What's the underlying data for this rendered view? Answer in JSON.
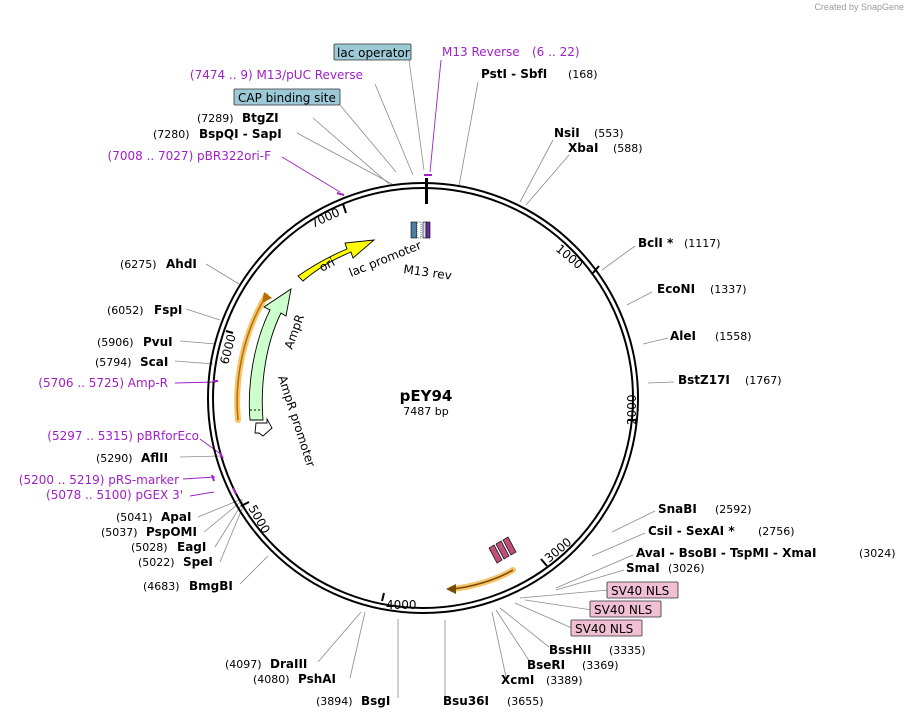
{
  "plasmid": {
    "name": "pEY94",
    "length_label": "7487 bp"
  },
  "credit": "Created by SnapGene",
  "ticks": [
    "1000",
    "2000",
    "3000",
    "4000",
    "5000",
    "6000",
    "7000"
  ],
  "features": {
    "ori": "ori",
    "ampr": "AmpR",
    "ampr_promoter": "AmpR promoter",
    "lac_promoter": "lac promoter",
    "m13_rev": "M13 rev"
  },
  "boxes": {
    "lac_operator": "lac operator",
    "cap_site": "CAP binding site",
    "sv40_1": "SV40 NLS",
    "sv40_2": "SV40 NLS",
    "sv40_3": "SV40 NLS"
  },
  "primers": {
    "m13_reverse": "M13 Reverse",
    "m13_reverse_pos": "(6 .. 22)",
    "m13_puc_reverse": "(7474 .. 9)  M13/pUC Reverse",
    "pbr322ori": "(7008 .. 7027)  pBR322ori-F",
    "amp_r": "(5706 .. 5725)  Amp-R",
    "pbrforeco": "(5297 .. 5315)  pBRforEco",
    "prs_marker": "(5200 .. 5219)  pRS-marker",
    "pgex3": "(5078 .. 5100)  pGEX 3'"
  },
  "sites": {
    "psti": {
      "name": "PstI  - SbfI",
      "pos": "(168)"
    },
    "nsii": {
      "name": "NsiI",
      "pos": "(553)"
    },
    "xbai": {
      "name": "XbaI",
      "pos": "(588)"
    },
    "bcli": {
      "name": "BclI *",
      "pos": "(1117)"
    },
    "econi": {
      "name": "EcoNI",
      "pos": "(1337)"
    },
    "alei": {
      "name": "AleI",
      "pos": "(1558)"
    },
    "bstz17i": {
      "name": "BstZ17I",
      "pos": "(1767)"
    },
    "snabi": {
      "name": "SnaBI",
      "pos": "(2592)"
    },
    "csii": {
      "name": "CsiI  - SexAI *",
      "pos": "(2756)"
    },
    "avai": {
      "name": "AvaI  - BsoBI  - TspMI  - XmaI",
      "pos": "(3024)"
    },
    "smai": {
      "name": "SmaI",
      "pos": "(3026)"
    },
    "bsshii": {
      "name": "BssHII",
      "pos": "(3335)"
    },
    "bseri": {
      "name": "BseRI",
      "pos": "(3369)"
    },
    "xcmi": {
      "name": "XcmI",
      "pos": "(3389)"
    },
    "bsu36i": {
      "name": "Bsu36I",
      "pos": "(3655)"
    },
    "bsgi": {
      "name": "BsgI",
      "pos": "(3894)"
    },
    "pshai": {
      "name": "PshAI",
      "pos": "(4080)"
    },
    "draiii": {
      "name": "DraIII",
      "pos": "(4097)"
    },
    "bmgbi": {
      "name": "BmgBI",
      "pos": "(4683)"
    },
    "spei": {
      "name": "SpeI",
      "pos": "(5022)"
    },
    "eagi": {
      "name": "EagI",
      "pos": "(5028)"
    },
    "pspomi": {
      "name": "PspOMI",
      "pos": "(5037)"
    },
    "apai": {
      "name": "ApaI",
      "pos": "(5041)"
    },
    "aflii": {
      "name": "AflII",
      "pos": "(5290)"
    },
    "scai": {
      "name": "ScaI",
      "pos": "(5794)"
    },
    "pvui": {
      "name": "PvuI",
      "pos": "(5906)"
    },
    "fspi": {
      "name": "FspI",
      "pos": "(6052)"
    },
    "ahdi": {
      "name": "AhdI",
      "pos": "(6275)"
    },
    "sapi": {
      "name": "BspQI  - SapI",
      "pos": "(7280)"
    },
    "btgzi": {
      "name": "BtgZI",
      "pos": "(7289)"
    }
  },
  "colors": {
    "primer": "#a020c8",
    "ori": "#ffff00",
    "ampr": "#ccffcc",
    "promoter_box": "#9cc9d6",
    "nls_box": "#f1bfd4",
    "highlight": "#f6c46a"
  }
}
